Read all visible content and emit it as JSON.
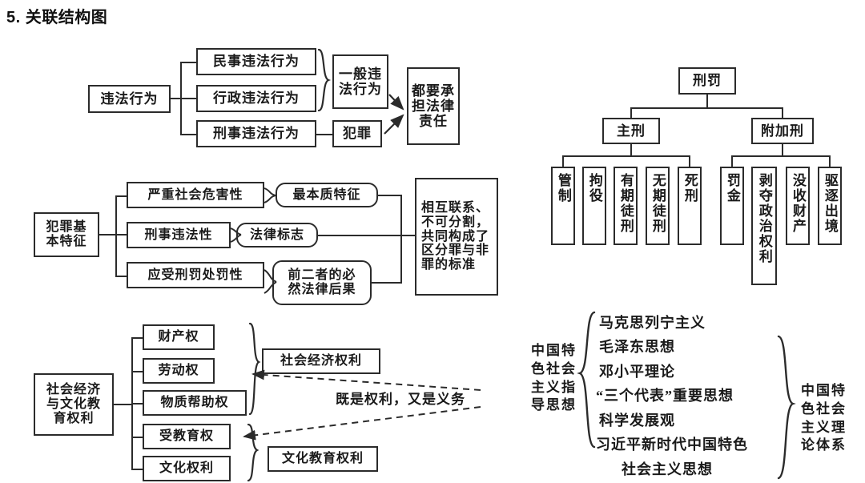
{
  "title": "5. 关联结构图",
  "diagram_illegal": {
    "root": "违法行为",
    "branches": [
      "民事违法行为",
      "行政违法行为",
      "刑事违法行为"
    ],
    "group_general": "一般违\n法行为",
    "group_crime": "犯罪",
    "outcome": "都要承\n担法律\n责任"
  },
  "diagram_crime_features": {
    "root": "犯罪基\n本特征",
    "features": [
      "严重社会危害性",
      "刑事违法性",
      "应受刑罚处罚性"
    ],
    "notes": [
      "最本质特征",
      "法律标志",
      "前二者的必\n然法律后果"
    ],
    "summary": "相互联系、\n不可分割，\n共同构成了\n区分罪与非\n罪的标准"
  },
  "diagram_punishment": {
    "root": "刑罚",
    "main": {
      "label": "主刑",
      "items": [
        "管制",
        "拘役",
        "有期徒刑",
        "无期徒刑",
        "死刑"
      ]
    },
    "additional": {
      "label": "附加刑",
      "items": [
        "罚金",
        "剥夺政治权利",
        "没收财产",
        "驱逐出境"
      ]
    }
  },
  "diagram_rights": {
    "root": "社会经济\n与文化教\n育权利",
    "items": [
      "财产权",
      "劳动权",
      "物质帮助权",
      "受教育权",
      "文化权利"
    ],
    "group_economic": "社会经济权利",
    "group_culture": "文化教育权利",
    "annotation": "既是权利，又是义务"
  },
  "diagram_ideology": {
    "left_label": "中国特\n色社会\n主义指\n导思想",
    "items": [
      "马克思列宁主义",
      "毛泽东思想",
      "邓小平理论",
      "“三个代表”重要思想",
      "科学发展观",
      "习近平新时代中国特色",
      "社会主义思想"
    ],
    "right_label": "中国特\n色社会\n主义理\n论体系"
  },
  "colors": {
    "ink": "#2b2b2b",
    "paper": "#ffffff"
  }
}
